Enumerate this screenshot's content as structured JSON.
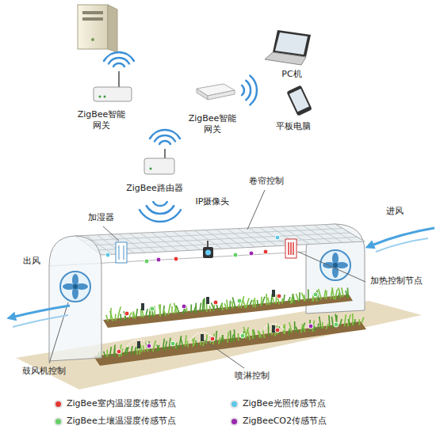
{
  "diagram": {
    "labels": [
      "ZigBee智能 网关",
      "ZigBee智能 网关",
      "PC机",
      "平板电脑",
      "ZigBee路由器",
      "卷帘控制",
      "IP摄像头",
      "加湿器",
      "进风",
      "出风",
      "加热控制节点",
      "鼓风机控制",
      "喷淋控制"
    ],
    "legend": [
      {
        "text": "ZigBee室内温湿度传感节点",
        "color": "#e53935"
      },
      {
        "text": "ZigBee光照传感节点",
        "color": "#5bc8e8"
      },
      {
        "text": "ZigBee土壤温湿度传感节点",
        "color": "#66d066"
      },
      {
        "text": "ZigBeeCO2传感节点",
        "color": "#9c27b0"
      }
    ]
  }
}
